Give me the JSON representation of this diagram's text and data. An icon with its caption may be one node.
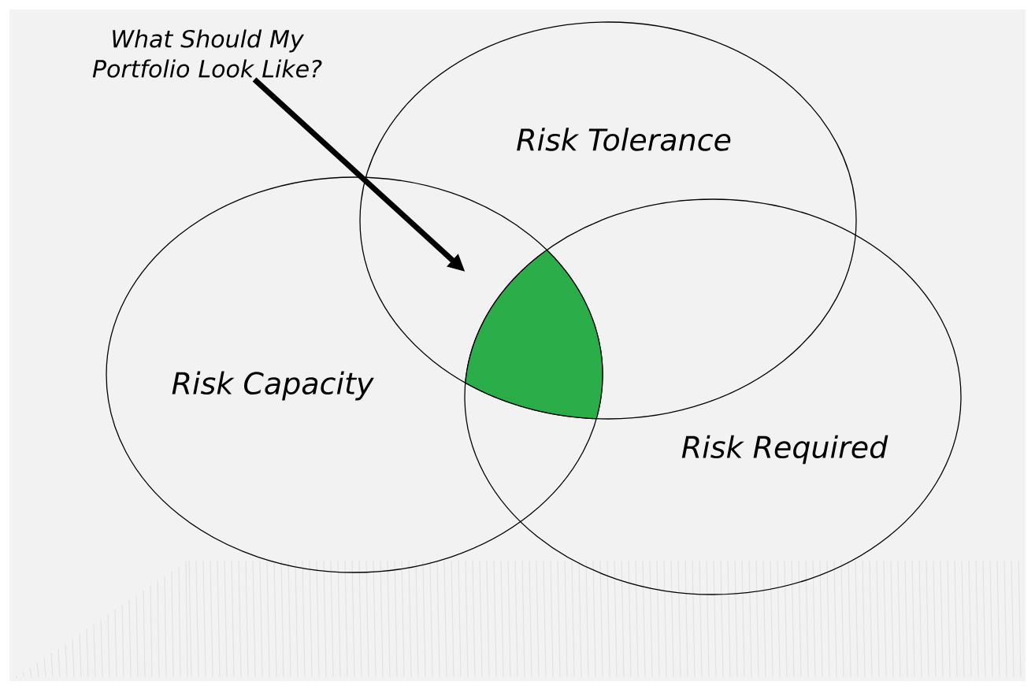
{
  "diagram": {
    "nodes": [
      {
        "text": [
          "What Should My Portfolio Look Like?"
        ]
      },
      {
        "text": [
          "Risk Tolerance"
        ]
      },
      {
        "text": [
          "Risk Capacity"
        ]
      },
      {
        "text": [
          "Risk Required"
        ]
      },
      {
        "text": [],
        "shape": "region"
      }
    ],
    "edges": [
      {
        "from": 0,
        "to": 4,
        "arrow": "to"
      }
    ]
  }
}
